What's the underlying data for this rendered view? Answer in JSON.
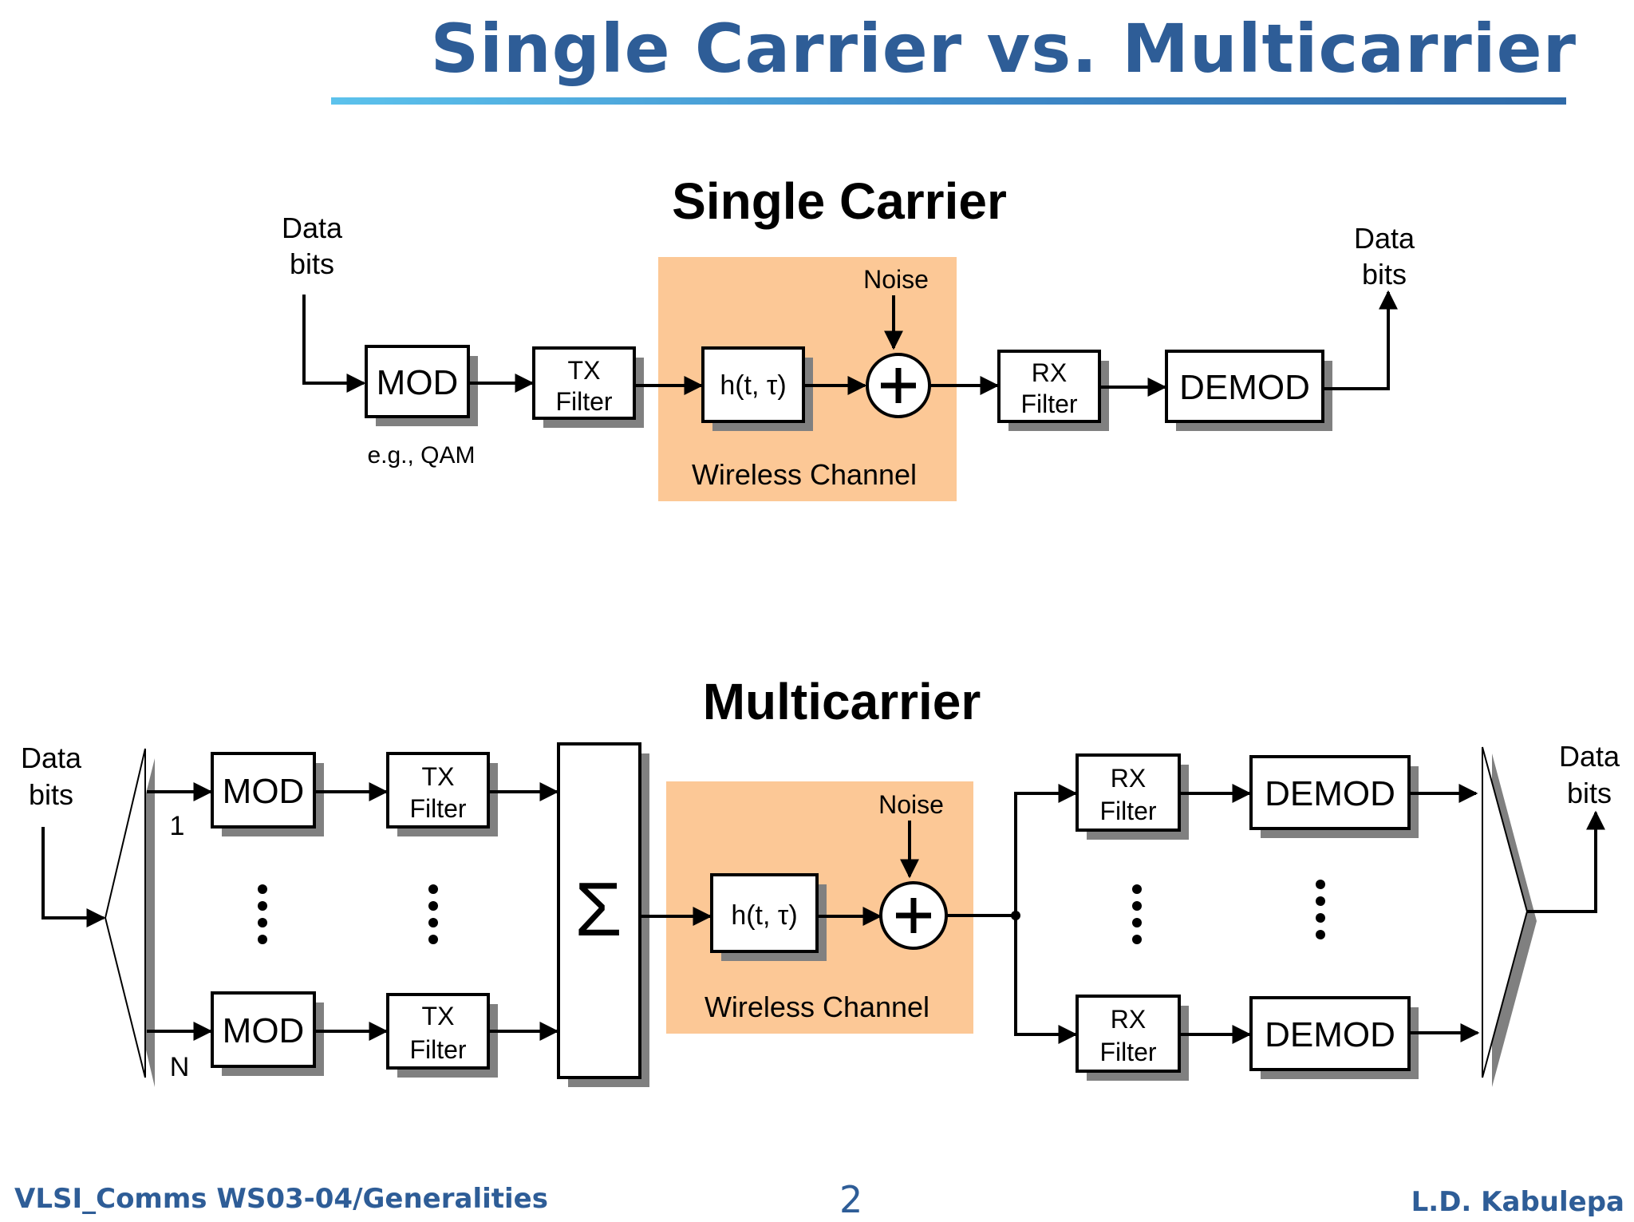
{
  "title": "Single Carrier vs. Multicarrier",
  "single_carrier": {
    "heading": "Single Carrier",
    "input_label": [
      "Data",
      "bits"
    ],
    "mod_label": "MOD",
    "mod_note": "e.g., QAM",
    "tx_filter_label": [
      "TX",
      "Filter"
    ],
    "channel_response_label": "h(t, τ)",
    "noise_label": "Noise",
    "channel_label": "Wireless Channel",
    "rx_filter_label": [
      "RX",
      "Filter"
    ],
    "demod_label": "DEMOD",
    "output_label": [
      "Data",
      "bits"
    ]
  },
  "multicarrier": {
    "heading": "Multicarrier",
    "input_label": [
      "Data",
      "bits"
    ],
    "branch_first_label": "1",
    "branch_last_label": "N",
    "mod_label": "MOD",
    "tx_filter_label": [
      "TX",
      "Filter"
    ],
    "sum_symbol": "Σ",
    "channel_response_label": "h(t, τ)",
    "noise_label": "Noise",
    "channel_label": "Wireless Channel",
    "rx_filter_label": [
      "RX",
      "Filter"
    ],
    "demod_label": "DEMOD",
    "output_label": [
      "Data",
      "bits"
    ]
  },
  "footer": {
    "left": "VLSI_Comms WS03-04/Generalities",
    "page_number": "2",
    "right": "L.D. Kabulepa"
  },
  "colors": {
    "title": "#2e5d97",
    "channel_fill": "#fcc896",
    "shadow": "#808080"
  }
}
